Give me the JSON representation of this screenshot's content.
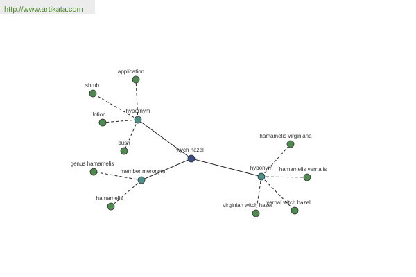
{
  "source": {
    "url": "http://www.artikata.com"
  },
  "colors": {
    "root": "#3d4f8a",
    "relation": "#4f8f8a",
    "leaf": "#4f8a4f",
    "edge": "#222222",
    "stroke": "#333333",
    "link": "#4e8c2f"
  },
  "graph": {
    "root": {
      "id": "wych_hazel",
      "label": "wych hazel"
    },
    "relations": [
      {
        "id": "hypernym",
        "label": "hypernym",
        "children": [
          {
            "id": "application",
            "label": "application"
          },
          {
            "id": "shrub",
            "label": "shrub"
          },
          {
            "id": "lotion",
            "label": "lotion"
          },
          {
            "id": "bush",
            "label": "bush"
          }
        ]
      },
      {
        "id": "member_meronym",
        "label": "member meronym",
        "children": [
          {
            "id": "genus_hamamelis",
            "label": "genus hamamelis"
          },
          {
            "id": "hamamelis",
            "label": "hamamelis"
          }
        ]
      },
      {
        "id": "hyponym",
        "label": "hyponym",
        "children": [
          {
            "id": "hamamelis_virginiana",
            "label": "hamamelis virginiana"
          },
          {
            "id": "hamamelis_vernalis",
            "label": "hamamelis vernalis"
          },
          {
            "id": "vernal_witch_hazel",
            "label": "vernal witch hazel"
          },
          {
            "id": "virginian_witch_hazel",
            "label": "virginian witch hazel"
          }
        ]
      }
    ]
  }
}
